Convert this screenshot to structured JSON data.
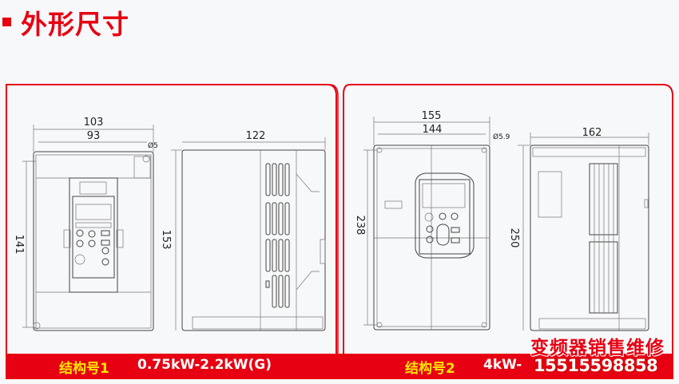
{
  "header": {
    "title": "外形尺寸"
  },
  "accent_color": "#e60012",
  "structure1": {
    "label": "结构号1",
    "power": "0.75kW-2.2kW(G)",
    "front_dims": {
      "width_outer": "103",
      "width_holes": "93",
      "hole": "Ø5",
      "height_holes": "141"
    },
    "side_dims": {
      "depth": "122",
      "height": "153"
    }
  },
  "structure2": {
    "label": "结构号2",
    "power": "4kW-",
    "front_dims": {
      "width_outer": "155",
      "width_holes": "144",
      "hole": "Ø5.9",
      "height_holes": "238"
    },
    "side_dims": {
      "depth": "162",
      "height": "250"
    }
  },
  "watermark": {
    "text": "变频器销售维修",
    "phone": "15515598858"
  }
}
